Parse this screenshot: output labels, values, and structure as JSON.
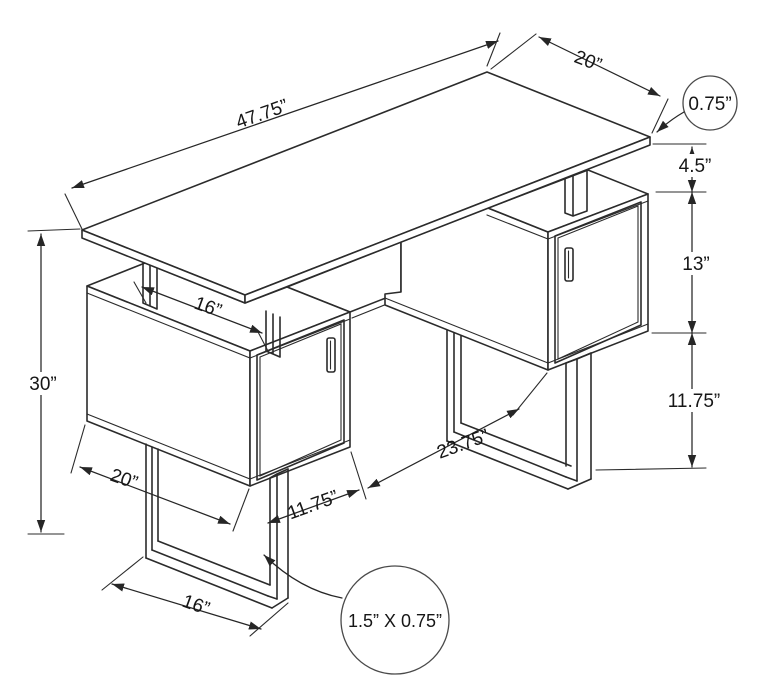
{
  "diagram": {
    "type": "isometric-furniture-dimension-drawing",
    "subject": "computer desk with floating top, two suspended door cabinets and metal sled legs",
    "dimensions": {
      "desk_length": "47.75”",
      "desk_depth": "20”",
      "top_thickness": "0.75”",
      "top_to_cabinet_gap": "4.5”",
      "cabinet_height": "13”",
      "leg_height": "11.75”",
      "overall_height": "30”",
      "post_spacing": "16”",
      "cabinet_depth": "20”",
      "cabinet_front_width": "11.75”",
      "knee_space_width": "23.75”",
      "leg_runner_length": "16”",
      "leg_tube_section": "1.5” X 0.75”"
    }
  }
}
